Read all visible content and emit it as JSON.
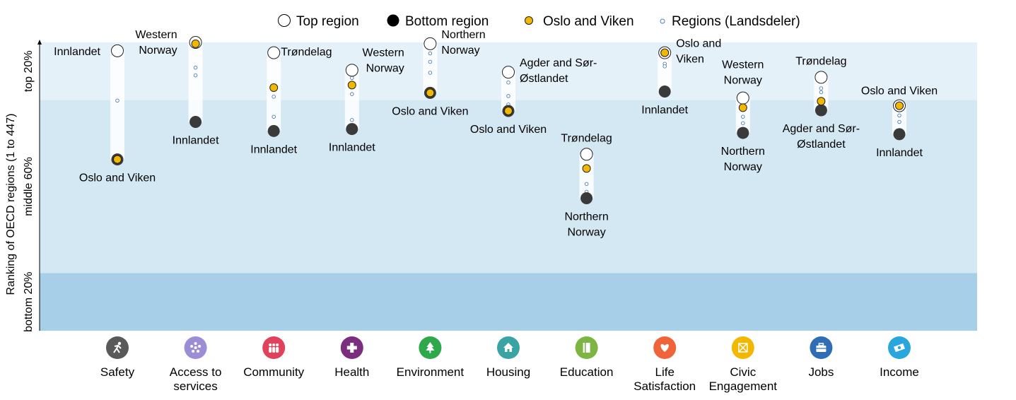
{
  "chart_data": {
    "type": "scatter",
    "y_axis": {
      "label": "Ranking of OECD regions (1 to 447)",
      "bands": [
        "top 20%",
        "middle 60%",
        "bottom 20%"
      ],
      "colors": [
        "#e4f1f9",
        "#d4e8f3",
        "#a7d0e8"
      ],
      "ylim": [
        1,
        447
      ],
      "inverted": true
    },
    "legend": {
      "placement": "top",
      "items": [
        {
          "key": "top",
          "label": "Top region"
        },
        {
          "key": "bottom",
          "label": "Bottom region"
        },
        {
          "key": "focus",
          "label": "Oslo and Viken"
        },
        {
          "key": "regions",
          "label": "Regions (Landsdeler)"
        }
      ]
    },
    "series_colors": {
      "top": "#ffffff",
      "bottom": "#3a3a3a",
      "focus": "#f2b800",
      "regions": "#ffffff",
      "regions_stroke": "#4d7fb0"
    },
    "categories": [
      {
        "name": "Safety",
        "lines": [
          "Safety"
        ],
        "icon": "running-person-icon",
        "color": "#595959",
        "top": {
          "rank": 14,
          "label": [
            "Innlandet"
          ]
        },
        "bottom": {
          "rank": 182,
          "label": [
            "Oslo and Viken"
          ]
        },
        "focus": 182,
        "regions": [
          21,
          91
        ]
      },
      {
        "name": "Access to services",
        "lines": [
          "Access to",
          "services"
        ],
        "icon": "network-icon",
        "color": "#9b8ed6",
        "top": {
          "rank": 1,
          "label": [
            "Western",
            "Norway"
          ]
        },
        "bottom": {
          "rank": 124,
          "label": [
            "Innlandet"
          ]
        },
        "focus": 3,
        "regions": [
          40,
          52
        ]
      },
      {
        "name": "Community",
        "lines": [
          "Community"
        ],
        "icon": "people-icon",
        "color": "#e0425c",
        "top": {
          "rank": 17,
          "label": [
            "Trøndelag"
          ]
        },
        "bottom": {
          "rank": 138,
          "label": [
            "Innlandet"
          ]
        },
        "focus": 71,
        "regions": [
          85,
          116
        ]
      },
      {
        "name": "Health",
        "lines": [
          "Health"
        ],
        "icon": "medical-cross-icon",
        "color": "#7d2d7e",
        "top": {
          "rank": 44,
          "label": [
            "Western",
            "Norway"
          ]
        },
        "bottom": {
          "rank": 135,
          "label": [
            "Innlandet"
          ]
        },
        "focus": 67,
        "regions": [
          56,
          81,
          121
        ]
      },
      {
        "name": "Environment",
        "lines": [
          "Environment"
        ],
        "icon": "tree-icon",
        "color": "#2da84a",
        "top": {
          "rank": 3,
          "label": [
            "Northern",
            "Norway"
          ]
        },
        "bottom": {
          "rank": 79,
          "label": [
            "Oslo and Viken"
          ]
        },
        "focus": 79,
        "regions": [
          18,
          31,
          48
        ]
      },
      {
        "name": "Housing",
        "lines": [
          "Housing"
        ],
        "icon": "house-icon",
        "color": "#3aa3a3",
        "top": {
          "rank": 47,
          "label": [
            "Agder and Sør-",
            "Østlandet"
          ]
        },
        "bottom": {
          "rank": 107,
          "label": [
            "Oslo and Viken"
          ]
        },
        "focus": 107,
        "regions": [
          63,
          84,
          97
        ]
      },
      {
        "name": "Education",
        "lines": [
          "Education"
        ],
        "icon": "book-icon",
        "color": "#7cb542",
        "top": {
          "rank": 174,
          "label": [
            "Trøndelag"
          ]
        },
        "bottom": {
          "rank": 242,
          "label": [
            "Northern",
            "Norway"
          ]
        },
        "focus": 196,
        "regions": [
          220,
          232
        ]
      },
      {
        "name": "Life Satisfaction",
        "lines": [
          "Life",
          "Satisfaction"
        ],
        "icon": "heart-icon",
        "color": "#f0643a",
        "top": {
          "rank": 17,
          "label": [
            "Oslo and",
            "Viken"
          ]
        },
        "bottom": {
          "rank": 77,
          "label": [
            "Innlandet"
          ]
        },
        "focus": 17,
        "regions": [
          34,
          38
        ]
      },
      {
        "name": "Civic Engagement",
        "lines": [
          "Civic",
          "Engagement"
        ],
        "icon": "ballot-icon",
        "color": "#f2b800",
        "top": {
          "rank": 87,
          "label": [
            "Western",
            "Norway"
          ]
        },
        "bottom": {
          "rank": 141,
          "label": [
            "Northern",
            "Norway"
          ]
        },
        "focus": 102,
        "regions": [
          116,
          126
        ]
      },
      {
        "name": "Jobs",
        "lines": [
          "Jobs"
        ],
        "icon": "briefcase-icon",
        "color": "#2f6eb6",
        "top": {
          "rank": 55,
          "label": [
            "Trøndelag"
          ]
        },
        "bottom": {
          "rank": 106,
          "label": [
            "Agder and Sør-",
            "Østlandet"
          ]
        },
        "focus": 92,
        "regions": [
          72,
          78
        ]
      },
      {
        "name": "Income",
        "lines": [
          "Income"
        ],
        "icon": "money-icon",
        "color": "#2aa6df",
        "top": {
          "rank": 99,
          "label": [
            "Oslo and Viken"
          ]
        },
        "bottom": {
          "rank": 143,
          "label": [
            "Innlandet"
          ]
        },
        "focus": 99,
        "regions": [
          114,
          124
        ]
      }
    ]
  }
}
